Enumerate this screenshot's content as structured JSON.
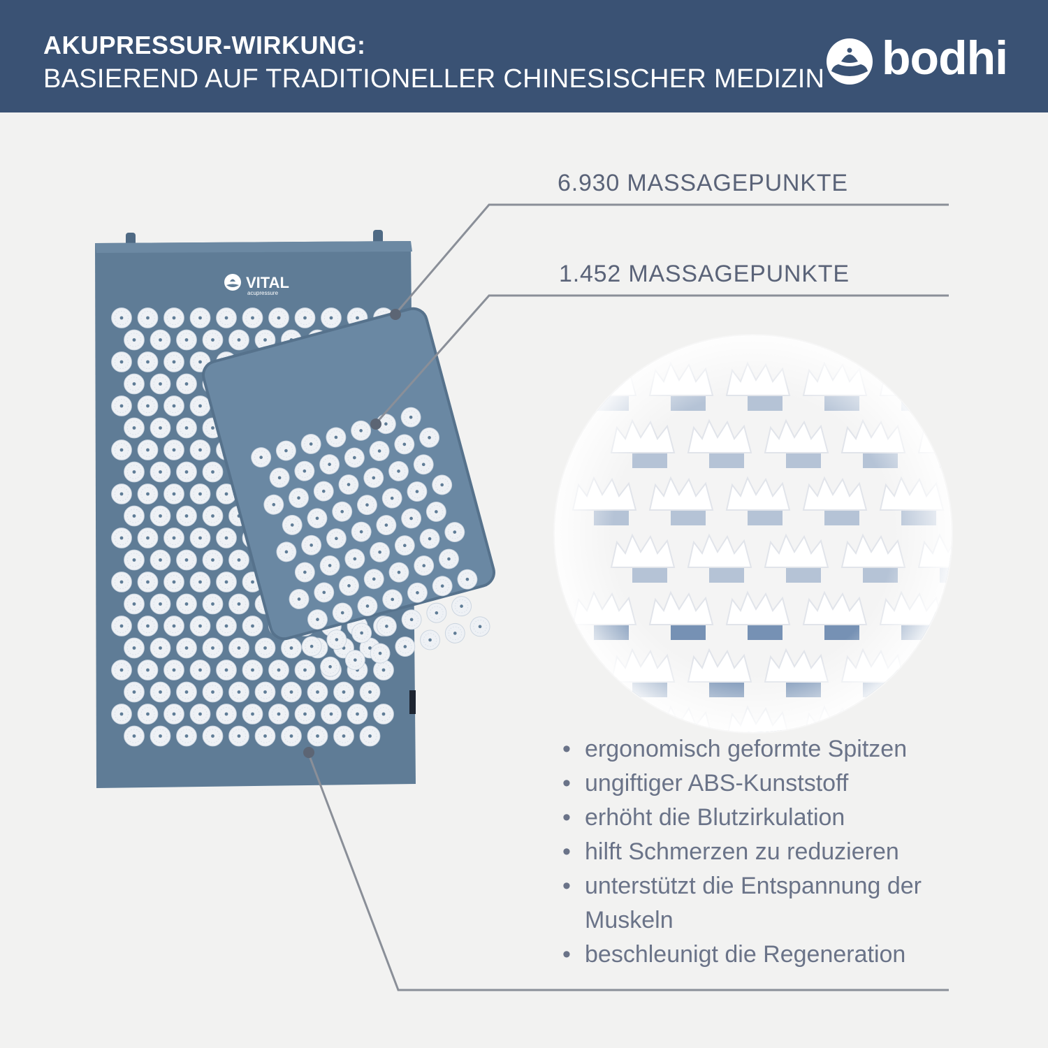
{
  "header": {
    "title": "AKUPRESSUR-WIRKUNG:",
    "subtitle": "BASIEREND AUF TRADITIONELLER CHINESISCHER MEDIZIN",
    "brand": "bodhi"
  },
  "mat": {
    "brand_top": "VITAL",
    "brand_bottom": "acupressure"
  },
  "callouts": {
    "mat_points": "6.930 MASSAGEPUNKTE",
    "pillow_points": "1.452 MASSAGEPUNKTE"
  },
  "features": [
    "ergonomisch geformte Spitzen",
    "ungiftiger ABS-Kunststoff",
    "erhöht die Blutzirkulation",
    "hilft Schmerzen zu reduzieren",
    "unterstützt die Entspannung der Muskeln",
    "beschleunigt die Regeneration"
  ],
  "colors": {
    "header_bg": "#3a5274",
    "mat_fabric": "#5f7c96",
    "pillow_fabric": "#6a88a3",
    "spike_white": "#eef1f5",
    "text_gray": "#5a6378"
  },
  "icons": [
    "bodhi-logo-icon",
    "vital-logo-icon"
  ]
}
